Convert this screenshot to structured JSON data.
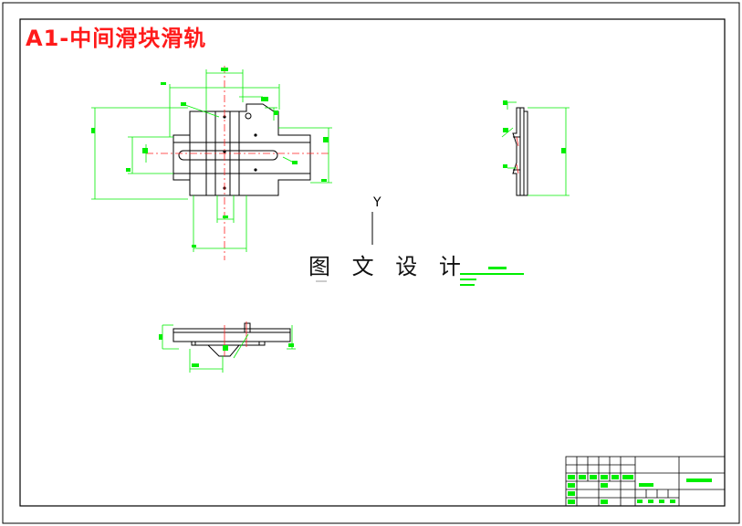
{
  "drawing": {
    "title": "A1-中间滑块滑轨",
    "watermark": "图 文 设 计",
    "axis_label": "Y",
    "colors": {
      "outline": "#000000",
      "dimension": "#00ee00",
      "centerline": "#ff2020",
      "title_text": "#ff1a1a",
      "border": "#000000"
    }
  }
}
